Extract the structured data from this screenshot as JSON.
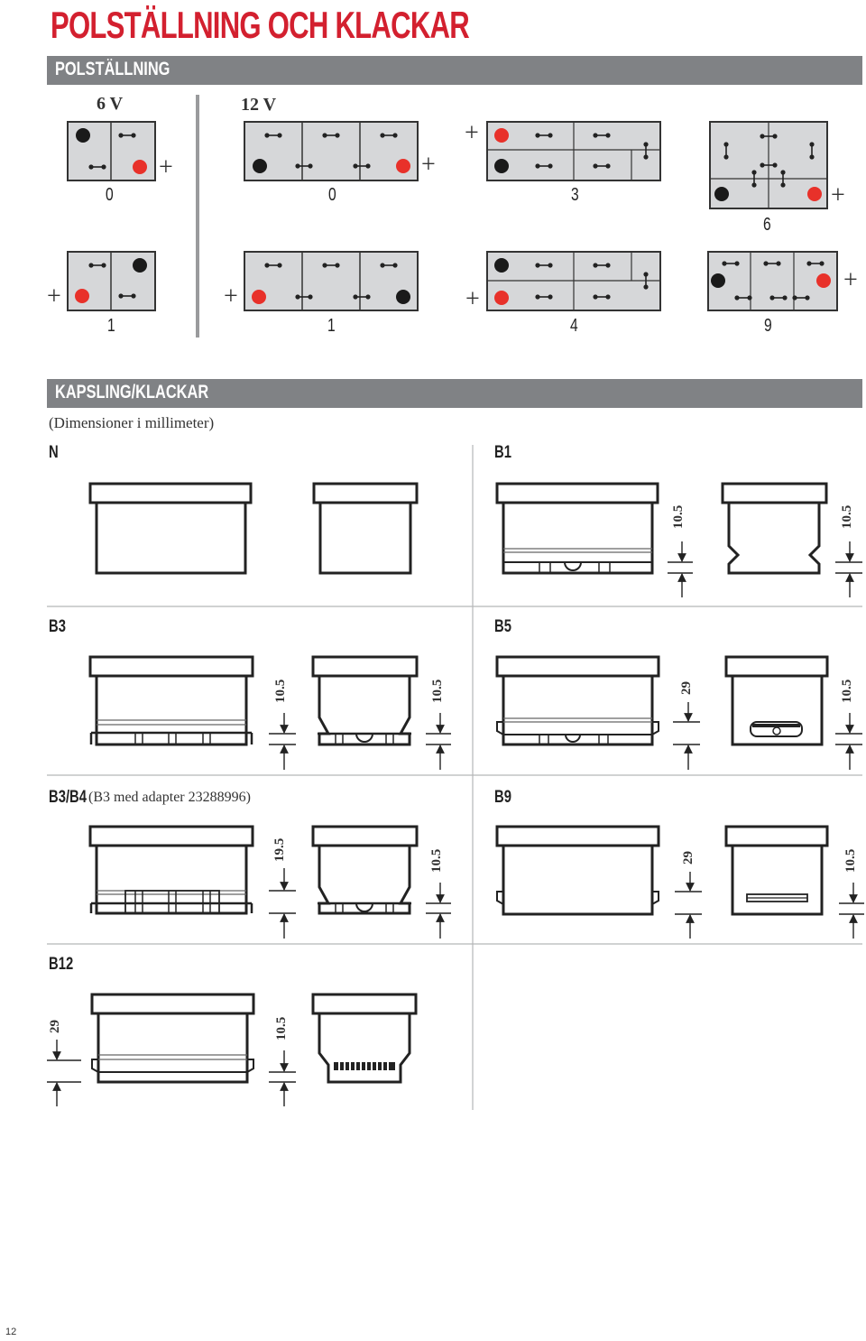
{
  "page": {
    "title": "POLSTÄLLNING OCH KLACKAR",
    "page_number": "12"
  },
  "polarity": {
    "heading": "POLSTÄLLNING",
    "voltage_6": "6 V",
    "voltage_12": "12 V",
    "plus": "+",
    "codes": {
      "c6v_0": "0",
      "c12v_0": "0",
      "c12v_3": "3",
      "c12v_6": "6",
      "c6v_1": "1",
      "c12v_1": "1",
      "c12v_4": "4",
      "c12v_9": "9"
    },
    "colors": {
      "positive": "#e8312a",
      "negative": "#1a1a1a",
      "cell_fill": "#d6d7d9"
    }
  },
  "housing": {
    "heading": "KAPSLING/KLACKAR",
    "units_note": "(Dimensioner i millimeter)",
    "sections": {
      "N": "N",
      "B1": "B1",
      "B3": "B3",
      "B5": "B5",
      "B3B4": "B3/B4",
      "B3B4_note": "(B3 med adapter 23288996)",
      "B9": "B9",
      "B12": "B12"
    },
    "dims": {
      "b1_a": "10.5",
      "b1_b": "10.5",
      "b3_a": "10.5",
      "b3_b": "10.5",
      "b5_a": "29",
      "b5_b": "10.5",
      "b34_a": "19.5",
      "b34_b": "10.5",
      "b9_a": "29",
      "b9_b": "10.5",
      "b12_a": "29",
      "b12_b": "10.5"
    }
  }
}
